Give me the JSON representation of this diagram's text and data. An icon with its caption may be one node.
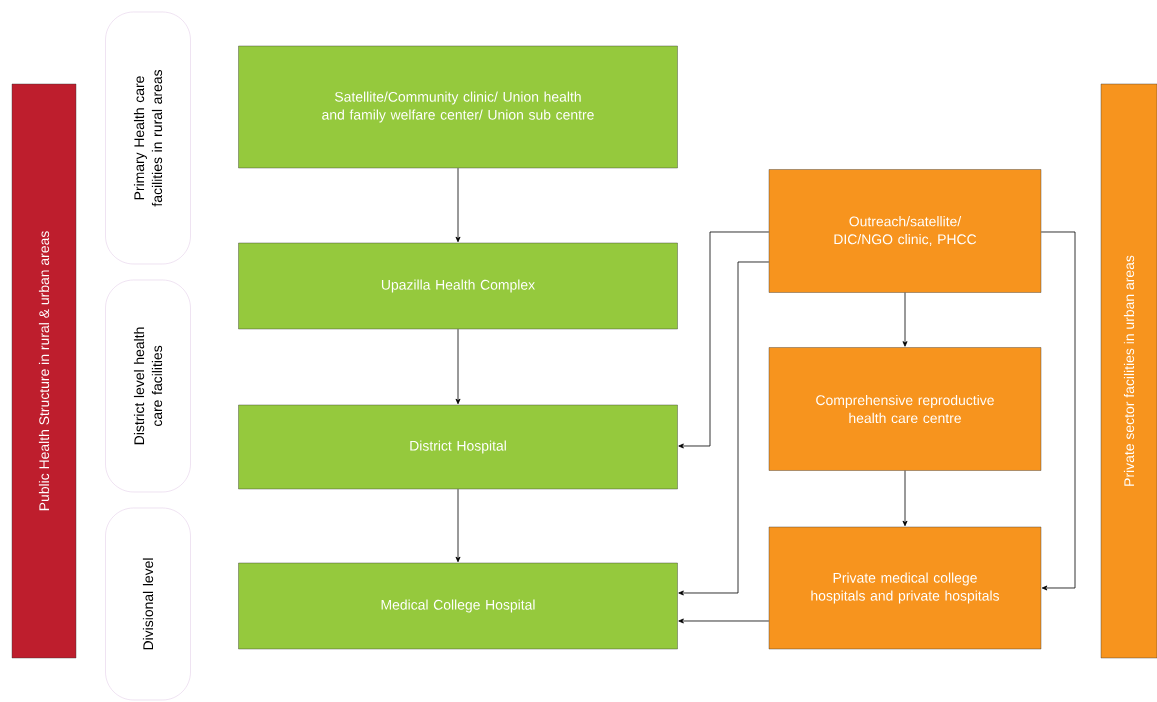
{
  "diagram": {
    "nodes": [
      {
        "text": [
          "Public Health Structure in rural & urban areas"
        ]
      },
      {
        "text": [
          "Primary Health care facilities in rural areas"
        ]
      },
      {
        "text": [
          "District level health care facilities"
        ]
      },
      {
        "text": [
          "Divisional level"
        ]
      },
      {
        "text": [
          "Satellite/Community clinic/ Union health and family welfare center/ Union sub centre"
        ]
      },
      {
        "text": [
          "Upazilla Health Complex"
        ]
      },
      {
        "text": [
          "District Hospital"
        ]
      },
      {
        "text": [
          "Medical College Hospital"
        ]
      },
      {
        "text": [
          "Outreach/satellite/ DIC/NGO clinic, PHCC"
        ]
      },
      {
        "text": [
          "Comprehensive reproductive health care centre"
        ]
      },
      {
        "text": [
          "Private medical college hospitals and private hospitals"
        ]
      },
      {
        "text": [
          "Private sector facilities in urban areas"
        ]
      }
    ],
    "edges": [
      {
        "from": 4,
        "to": 5,
        "arrow": "to"
      },
      {
        "from": 5,
        "to": 6,
        "arrow": "to"
      },
      {
        "from": 6,
        "to": 7,
        "arrow": "to"
      },
      {
        "from": 8,
        "to": 6,
        "arrow": "to"
      },
      {
        "from": 8,
        "to": 7,
        "arrow": "to"
      },
      {
        "from": 8,
        "to": 9,
        "arrow": "to"
      },
      {
        "from": 9,
        "to": 10,
        "arrow": "to"
      },
      {
        "from": 8,
        "to": 10,
        "arrow": "to"
      },
      {
        "from": 10,
        "to": 7,
        "arrow": "to"
      }
    ]
  }
}
